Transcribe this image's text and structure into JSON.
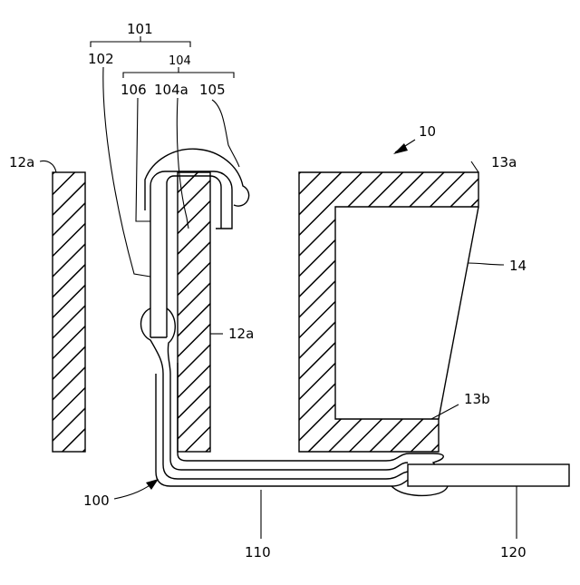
{
  "labels": {
    "l101": "101",
    "l102": "102",
    "l104": "104",
    "l106": "106",
    "l104a": "104a",
    "l105": "105",
    "l10": "10",
    "l12a_left": "12a",
    "l12a_right": "12a",
    "l13a": "13a",
    "l13b": "13b",
    "l14": "14",
    "l100": "100",
    "l110": "110",
    "l120": "120"
  }
}
